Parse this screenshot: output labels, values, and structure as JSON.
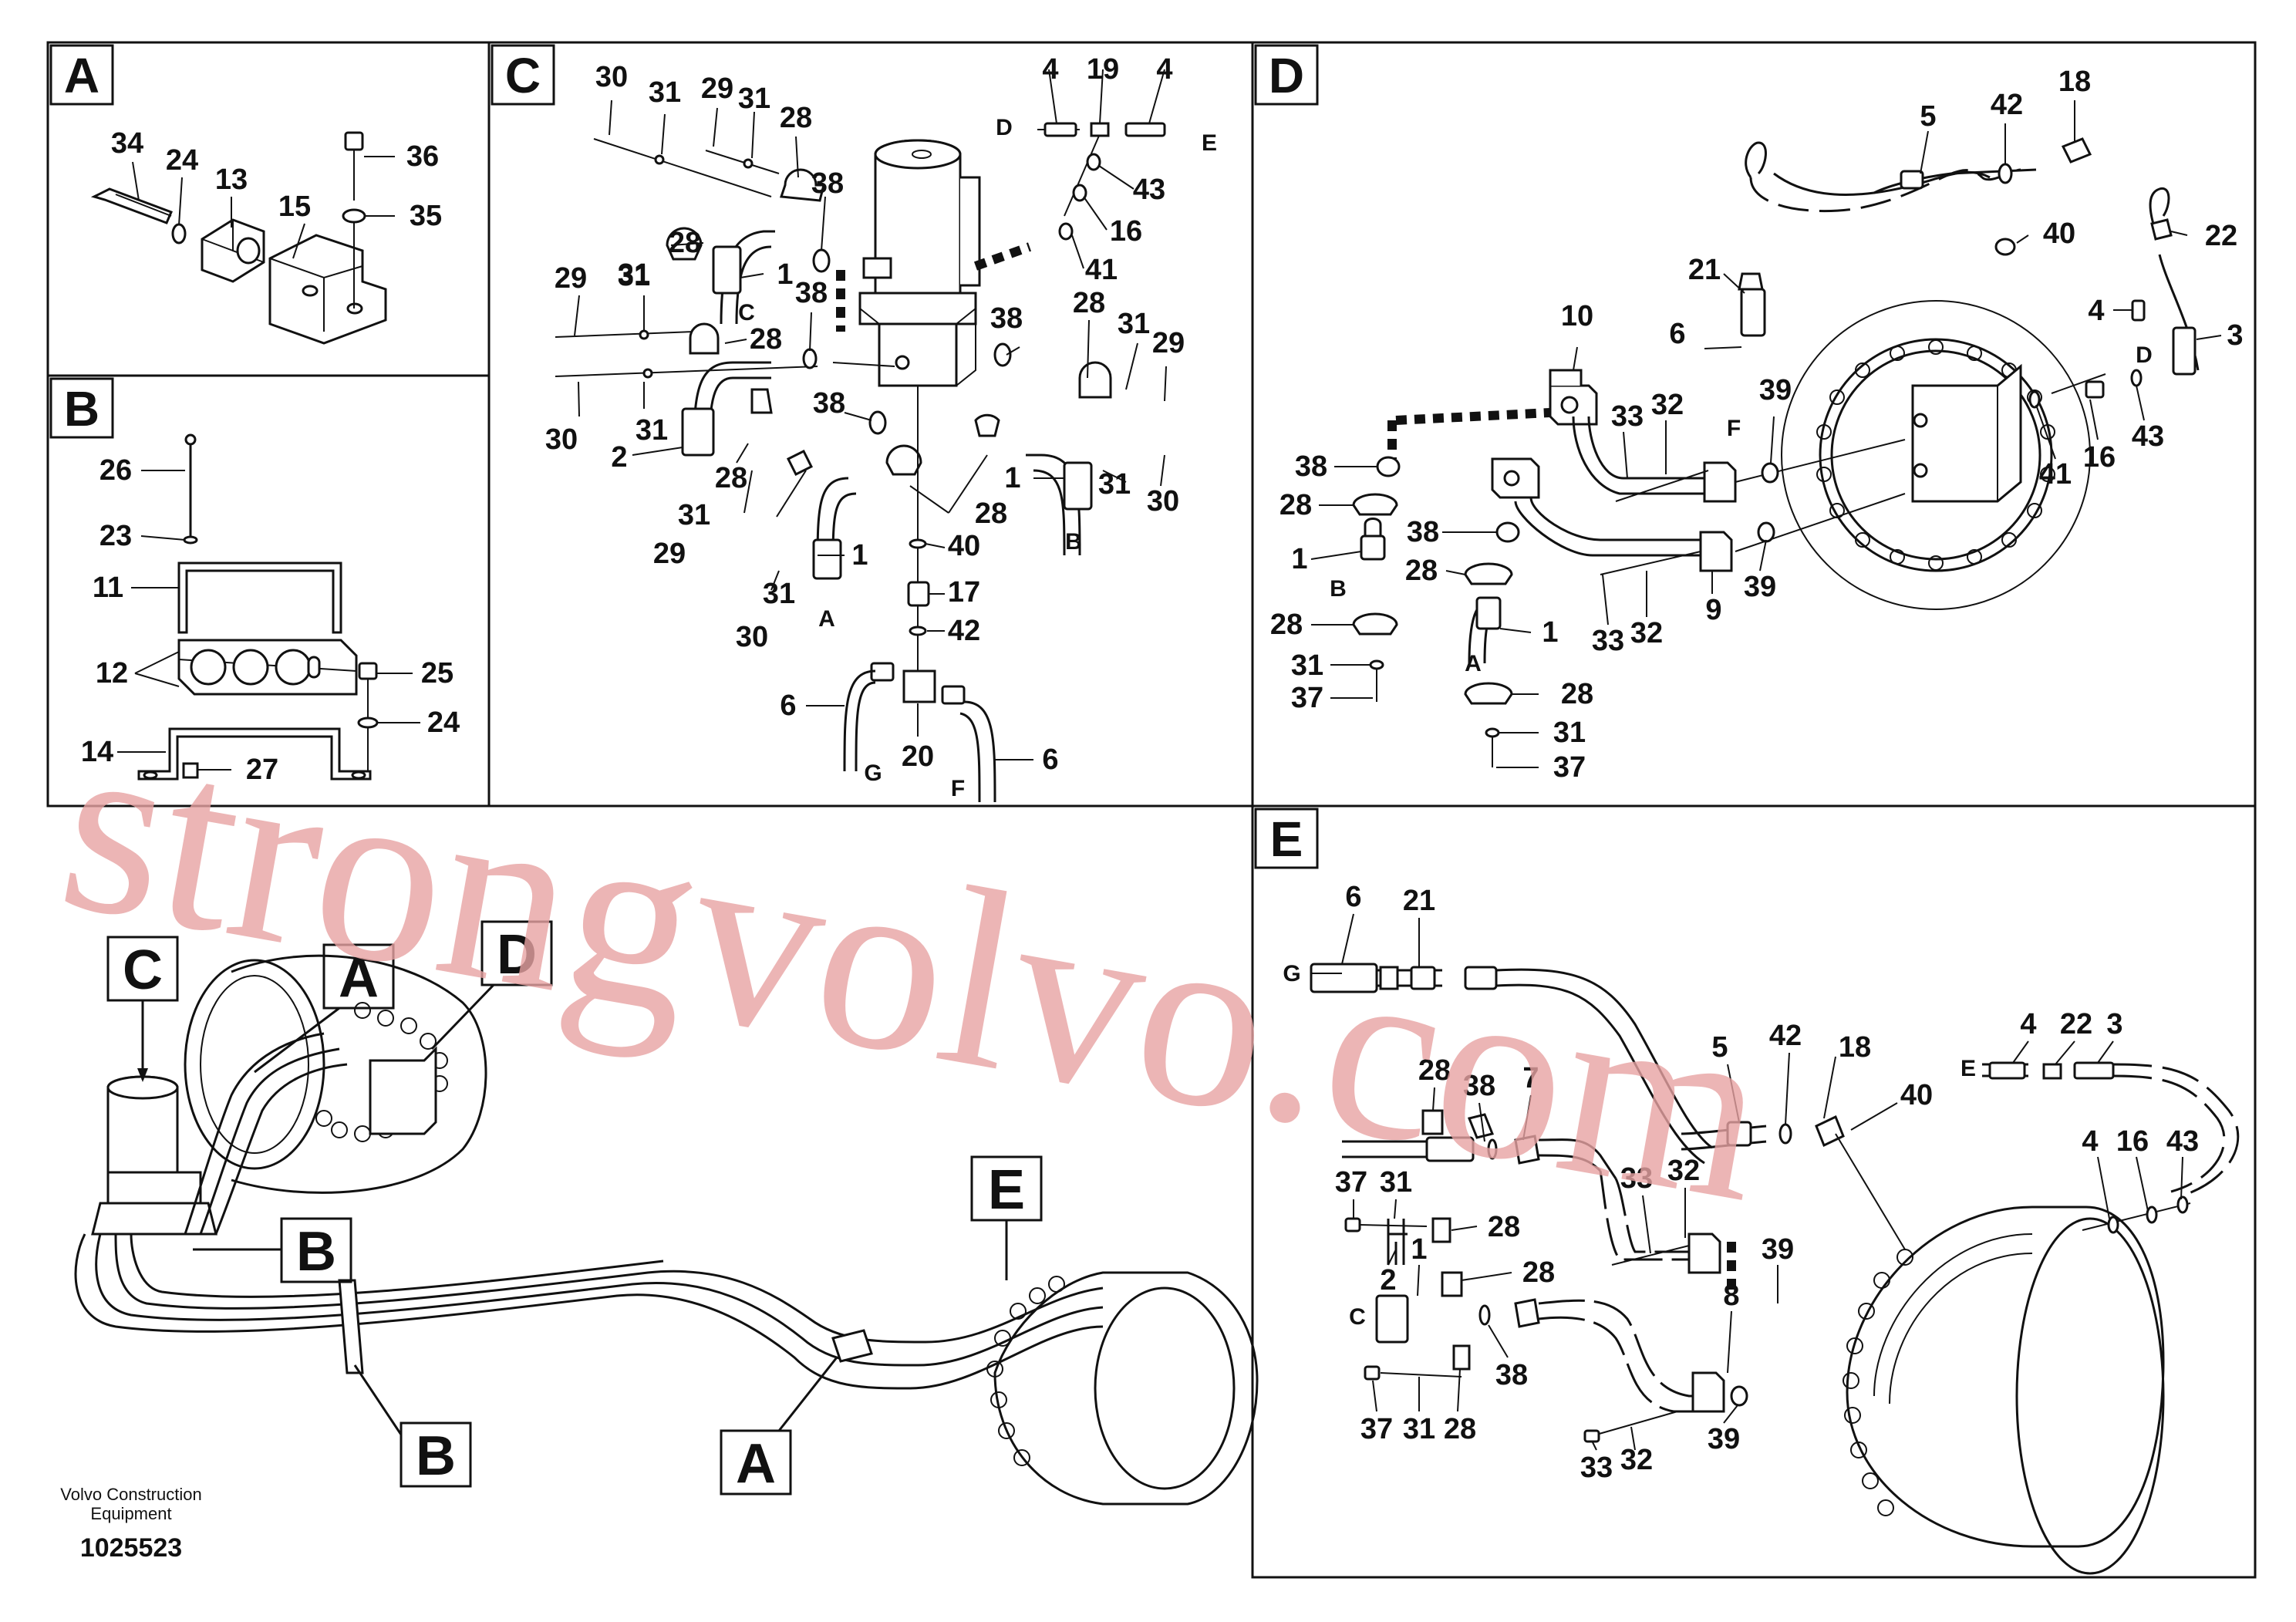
{
  "sections": [
    {
      "id": "A",
      "letter": "A"
    },
    {
      "id": "B",
      "letter": "B"
    },
    {
      "id": "C",
      "letter": "C"
    },
    {
      "id": "D",
      "letter": "D"
    },
    {
      "id": "E",
      "letter": "E"
    }
  ],
  "overview_callouts": [
    {
      "id": "C",
      "letter": "C"
    },
    {
      "id": "A1",
      "letter": "A"
    },
    {
      "id": "D",
      "letter": "D"
    },
    {
      "id": "B1",
      "letter": "B"
    },
    {
      "id": "E",
      "letter": "E"
    },
    {
      "id": "B2",
      "letter": "B"
    },
    {
      "id": "A2",
      "letter": "A"
    }
  ],
  "labels": {
    "A": [
      "34",
      "24",
      "13",
      "15",
      "36",
      "35"
    ],
    "B": [
      "26",
      "23",
      "11",
      "12",
      "25",
      "24",
      "14",
      "27"
    ],
    "C": [
      "30",
      "31",
      "29",
      "31",
      "28",
      "38",
      "4",
      "19",
      "4",
      "43",
      "16",
      "41",
      "28",
      "31",
      "1",
      "29",
      "31",
      "28",
      "38",
      "38",
      "28",
      "31",
      "29",
      "30",
      "31",
      "2",
      "38",
      "28",
      "1",
      "31",
      "30",
      "28",
      "31",
      "29",
      "31",
      "30",
      "1",
      "40",
      "17",
      "42",
      "6",
      "20",
      "6"
    ],
    "D": [
      "5",
      "42",
      "18",
      "40",
      "22",
      "21",
      "4",
      "3",
      "6",
      "10",
      "39",
      "33",
      "32",
      "38",
      "28",
      "1",
      "38",
      "28",
      "41",
      "16",
      "43",
      "39",
      "33",
      "32",
      "9",
      "28",
      "31",
      "37",
      "1",
      "28",
      "31",
      "37"
    ],
    "E": [
      "6",
      "21",
      "37",
      "31",
      "28",
      "38",
      "7",
      "5",
      "42",
      "18",
      "4",
      "22",
      "3",
      "40",
      "33",
      "32",
      "2",
      "28",
      "1",
      "28",
      "39",
      "8",
      "38",
      "37",
      "31",
      "28",
      "33",
      "32",
      "39",
      "4",
      "16",
      "43"
    ]
  },
  "line_letters": {
    "C": [
      "D",
      "E",
      "C",
      "B",
      "A",
      "G",
      "F"
    ],
    "D": [
      "F",
      "D",
      "B",
      "A"
    ],
    "E": [
      "G",
      "E",
      "C"
    ]
  },
  "footer": {
    "company_line1": "Volvo Construction",
    "company_line2": "Equipment",
    "doc_number": "1025523"
  },
  "watermark": "strongvolvo.com",
  "colors": {
    "ink": "#111111",
    "watermark": "#e7a2a2",
    "background": "#ffffff"
  }
}
